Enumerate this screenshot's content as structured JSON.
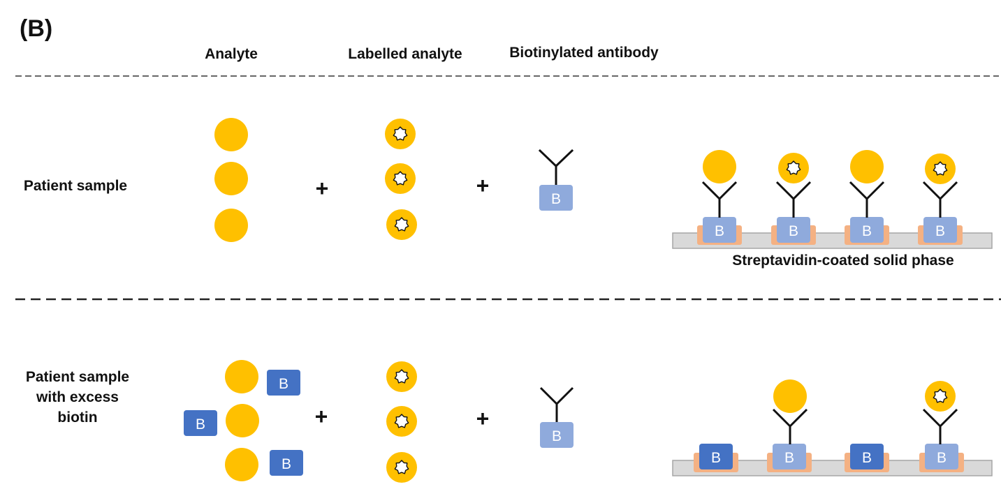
{
  "panel_label": "(B)",
  "column_headers": {
    "analyte": "Analyte",
    "labelled_analyte": "Labelled analyte",
    "biotinylated_antibody": "Biotinylated antibody"
  },
  "rows": {
    "patient_sample": "Patient sample",
    "excess_biotin": [
      "Patient sample",
      "with excess",
      "biotin"
    ]
  },
  "operators": {
    "plus": "+"
  },
  "biotin_label": "B",
  "solid_phase_label": "Streptavidin-coated solid phase",
  "colors": {
    "analyte": "#FFC000",
    "star": "#FFFFFF",
    "biotin_light": "#8FAADC",
    "biotin_dark": "#4472C4",
    "streptavidin": "#F4B183",
    "solid_phase": "#D9D9D9",
    "antibody": "#111111",
    "divider": "#333333"
  },
  "icons": [
    "analyte-circle-icon",
    "labelled-star-icon",
    "antibody-y-icon",
    "biotin-tag-icon"
  ]
}
